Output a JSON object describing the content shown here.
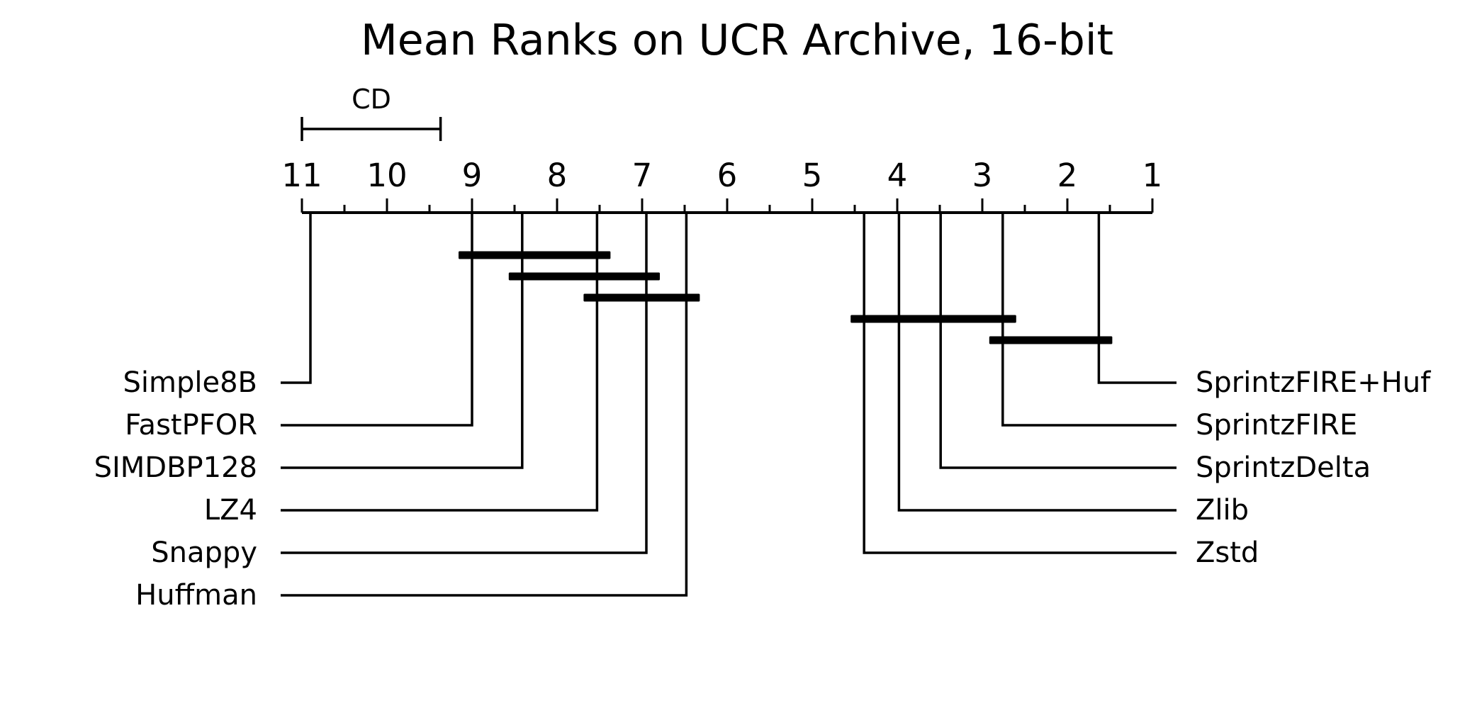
{
  "colors": {
    "ink": "#000000",
    "background": "#ffffff"
  },
  "chart_data": {
    "type": "cd-diagram",
    "title": "Mean Ranks on UCR Archive, 16-bit",
    "xlabel": "",
    "ylabel": "",
    "axis": {
      "min": 1,
      "max": 11,
      "direction": "descending-left-to-right",
      "major_ticks": [
        11,
        10,
        9,
        8,
        7,
        6,
        5,
        4,
        3,
        2,
        1
      ],
      "minor_tick_step": 0.5,
      "grid": false
    },
    "critical_difference": {
      "label": "CD",
      "value": 1.63
    },
    "algorithms": [
      {
        "name": "Simple8B",
        "mean_rank": 10.9,
        "side": "left"
      },
      {
        "name": "FastPFOR",
        "mean_rank": 9.0,
        "side": "left"
      },
      {
        "name": "SIMDBP128",
        "mean_rank": 8.41,
        "side": "left"
      },
      {
        "name": "LZ4",
        "mean_rank": 7.53,
        "side": "left"
      },
      {
        "name": "Snappy",
        "mean_rank": 6.95,
        "side": "left"
      },
      {
        "name": "Huffman",
        "mean_rank": 6.48,
        "side": "left"
      },
      {
        "name": "SprintzFIRE+Huf",
        "mean_rank": 1.63,
        "side": "right"
      },
      {
        "name": "SprintzFIRE",
        "mean_rank": 2.76,
        "side": "right"
      },
      {
        "name": "SprintzDelta",
        "mean_rank": 3.49,
        "side": "right"
      },
      {
        "name": "Zlib",
        "mean_rank": 3.98,
        "side": "right"
      },
      {
        "name": "Zstd",
        "mean_rank": 4.39,
        "side": "right"
      }
    ],
    "cliques": [
      {
        "members": [
          "FastPFOR",
          "SIMDBP128",
          "LZ4"
        ]
      },
      {
        "members": [
          "SIMDBP128",
          "LZ4",
          "Snappy"
        ]
      },
      {
        "members": [
          "LZ4",
          "Snappy",
          "Huffman"
        ]
      },
      {
        "members": [
          "Zstd",
          "Zlib",
          "SprintzDelta",
          "SprintzFIRE"
        ]
      },
      {
        "members": [
          "SprintzFIRE",
          "SprintzFIRE+Huf"
        ]
      }
    ]
  }
}
